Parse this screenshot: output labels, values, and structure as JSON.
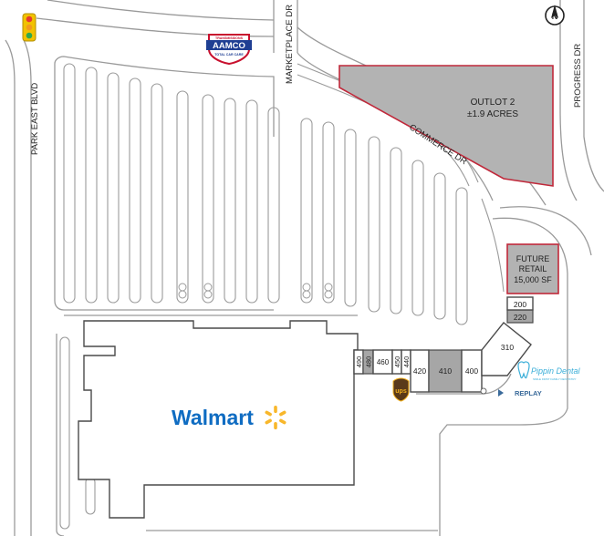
{
  "streets": {
    "park_east": "PARK EAST BLVD",
    "marketplace": "MARKETPLACE DR",
    "commerce": "COMMERCE DR",
    "progress": "PROGRESS DR"
  },
  "outlot": {
    "line1": "OUTLOT 2",
    "line2": "±1.9 ACRES"
  },
  "future": {
    "line1": "FUTURE",
    "line2": "RETAIL",
    "line3": "15,000 SF"
  },
  "units": [
    "490",
    "480",
    "460",
    "450",
    "440",
    "420",
    "410",
    "400",
    "310",
    "220",
    "200"
  ],
  "anchor": {
    "name": "Walmart",
    "spark_color": "#f8b72b",
    "name_color": "#0f6cc2"
  },
  "logos": {
    "aamco_top": "TRANSMISSIONS",
    "aamco_main": "AAMCO",
    "aamco_sub": "TOTAL CAR CARE",
    "ups": "ups",
    "pippin": "Pippin Dental",
    "pippin_tag": "SMILE FIRST FAMILY DENTISTRY",
    "replay": "REPLAY"
  },
  "icons": {
    "north": "north-arrow-icon",
    "traffic": "traffic-light-icon"
  },
  "colors": {
    "lot_gray": "#b3b3b3",
    "outlot_border": "#c0283a",
    "unit_dark": "#a6a6a6",
    "ups_brown": "#5a3a1a",
    "ups_gold": "#f2b01e"
  }
}
